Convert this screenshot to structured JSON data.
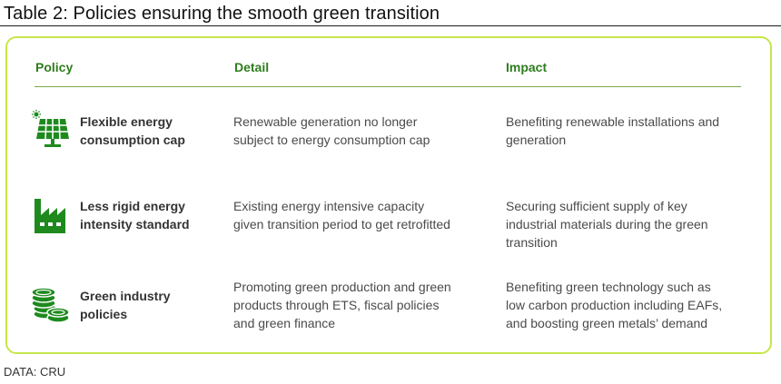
{
  "title": "Table 2: Policies ensuring the smooth green transition",
  "headers": {
    "policy": "Policy",
    "detail": "Detail",
    "impact": "Impact"
  },
  "rows": [
    {
      "icon": "solar-panel-icon",
      "policy_line1": "Flexible energy",
      "policy_line2": "consumption cap",
      "detail_line1": "Renewable generation no longer",
      "detail_line2": "subject to energy consumption cap",
      "impact_line1": "Benefiting renewable installations and",
      "impact_line2": "generation"
    },
    {
      "icon": "factory-icon",
      "policy_line1": "Less rigid energy",
      "policy_line2": "intensity standard",
      "detail_line1": "Existing energy intensive capacity",
      "detail_line2": "given transition period to get retrofitted",
      "impact_line1": "Securing sufficient supply of key",
      "impact_line2": "industrial materials during the green",
      "impact_line3": "transition"
    },
    {
      "icon": "coins-icon",
      "policy_line1": "Green industry",
      "policy_line2": "policies",
      "detail_line1": "Promoting green production and green",
      "detail_line2": "products through ETS, fiscal policies",
      "detail_line3": "and green finance",
      "impact_line1": "Benefiting green technology such as",
      "impact_line2": "low carbon production including EAFs,",
      "impact_line3": "and boosting green metals’ demand"
    }
  ],
  "source": "DATA: CRU",
  "colors": {
    "accent_green": "#2e7d1e",
    "border_lime": "#c6e64a",
    "icon_green": "#1e8a1e"
  }
}
